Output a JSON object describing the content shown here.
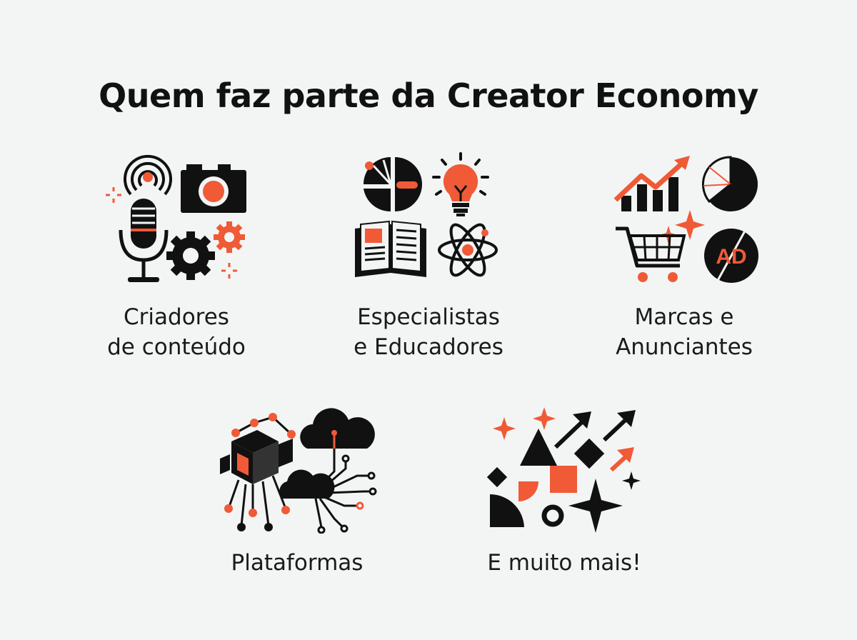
{
  "title": "Quem faz parte da Creator Economy",
  "colors": {
    "accent": "#f05a36",
    "ink": "#111111",
    "background": "#f3f5f5"
  },
  "categories": [
    {
      "id": "criadores",
      "line1": "Criadores",
      "line2": "de conteúdo",
      "icons": [
        "podcast-icon",
        "camera-icon",
        "microphone-icon",
        "gear-icon",
        "sparkle-icon"
      ]
    },
    {
      "id": "especialistas",
      "line1": "Especialistas",
      "line2": "e Educadores",
      "icons": [
        "brain-chart-icon",
        "lightbulb-icon",
        "open-book-icon",
        "atom-icon"
      ]
    },
    {
      "id": "marcas",
      "line1": "Marcas e",
      "line2": "Anunciantes",
      "icons": [
        "growth-chart-icon",
        "pie-chart-icon",
        "shopping-cart-icon",
        "ad-badge-icon",
        "sparkle-icon"
      ],
      "ad_text": "AD"
    },
    {
      "id": "plataformas",
      "line1": "Plataformas",
      "icons": [
        "cube-network-icon",
        "cloud-icon",
        "circuit-icon"
      ]
    },
    {
      "id": "mais",
      "line1": "E muito mais!",
      "icons": [
        "triangle-icon",
        "arrow-icon",
        "diamond-icon",
        "square-icon",
        "sparkle-icon",
        "ring-icon"
      ]
    }
  ]
}
